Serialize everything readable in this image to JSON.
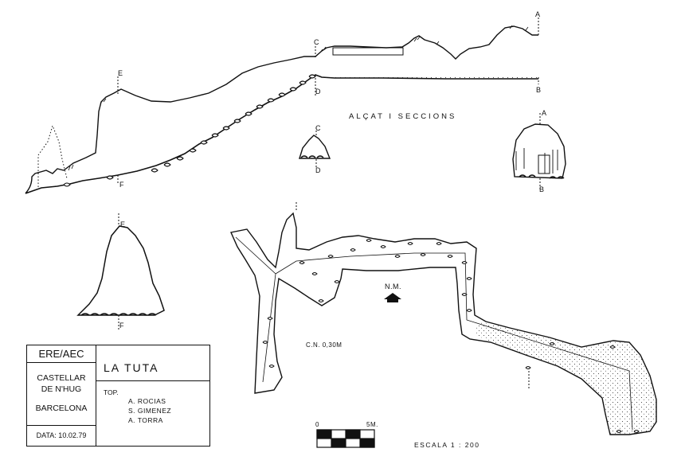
{
  "section_title": "ALÇAT   I   SECCIONS",
  "markers": {
    "a_top": "A",
    "a_sec_top": "A",
    "b_end": "B",
    "b_sec_bottom": "B",
    "c_top": "C",
    "c_sec_top": "C",
    "d_top": "D",
    "d_sec_bottom": "D",
    "e_top": "E",
    "e_sec_top": "E",
    "f_bottom": "F",
    "f_sec_bottom": "F"
  },
  "north_label": "N.M.",
  "contour_note": "C.N. 0,30M",
  "scale": {
    "zero": "0",
    "five": "5M.",
    "label": "ESCALA   1 : 200"
  },
  "legend": {
    "org": "ERE/AEC",
    "location_lines": [
      "CASTELLAR",
      "DE N'HUG",
      "BARCELONA"
    ],
    "date": "DATA: 10.02.79",
    "cave_name": "LA   TUTA",
    "topo_heading": "TOP.",
    "topographers": [
      "A. ROCIAS",
      "S. GIMENEZ",
      "A. TORRA"
    ]
  },
  "colors": {
    "ink": "#111111",
    "paper": "#ffffff"
  }
}
